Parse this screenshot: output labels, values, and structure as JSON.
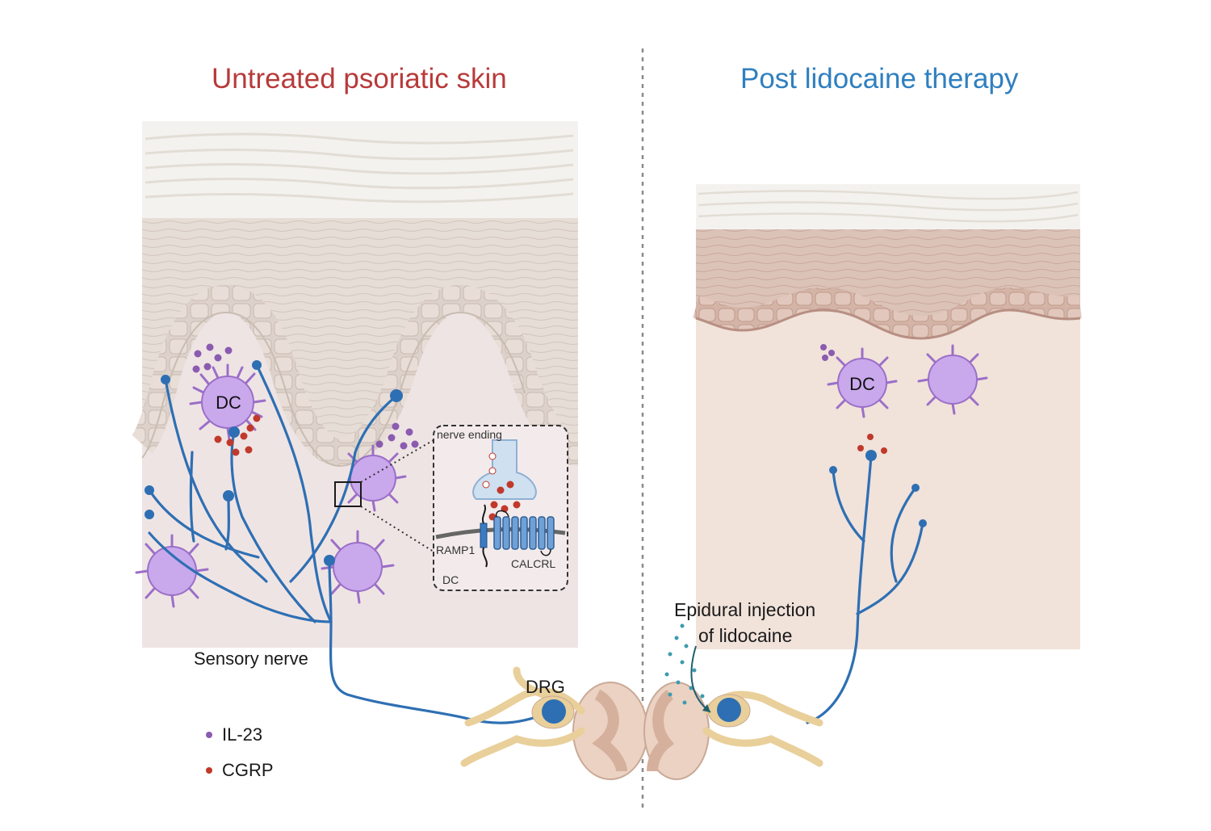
{
  "titles": {
    "left": "Untreated psoriatic skin",
    "right": "Post lidocaine therapy"
  },
  "labels": {
    "dc_left": "DC",
    "dc_right": "DC",
    "nerve_ending": "nerve ending",
    "ramp1": "RAMP1",
    "calcrl": "CALCRL",
    "inset_dc": "DC",
    "sensory_nerve": "Sensory nerve",
    "drg": "DRG",
    "epidural_line1": "Epidural injection",
    "epidural_line2": "of lidocaine"
  },
  "legend": [
    {
      "label": "IL-23",
      "color": "#8a5bb0"
    },
    {
      "label": "CGRP",
      "color": "#c0392b"
    }
  ],
  "colors": {
    "title_left": "#b83a3a",
    "title_right": "#2f7fbf",
    "nerve": "#2e6fb3",
    "dc_cell": "#c9a8ec",
    "dc_outline": "#9b6fc8",
    "il23": "#8a5bb0",
    "cgrp": "#c0392b",
    "ganglion": "#e9cf9a",
    "spinal_cord": "#ecd2c3"
  }
}
